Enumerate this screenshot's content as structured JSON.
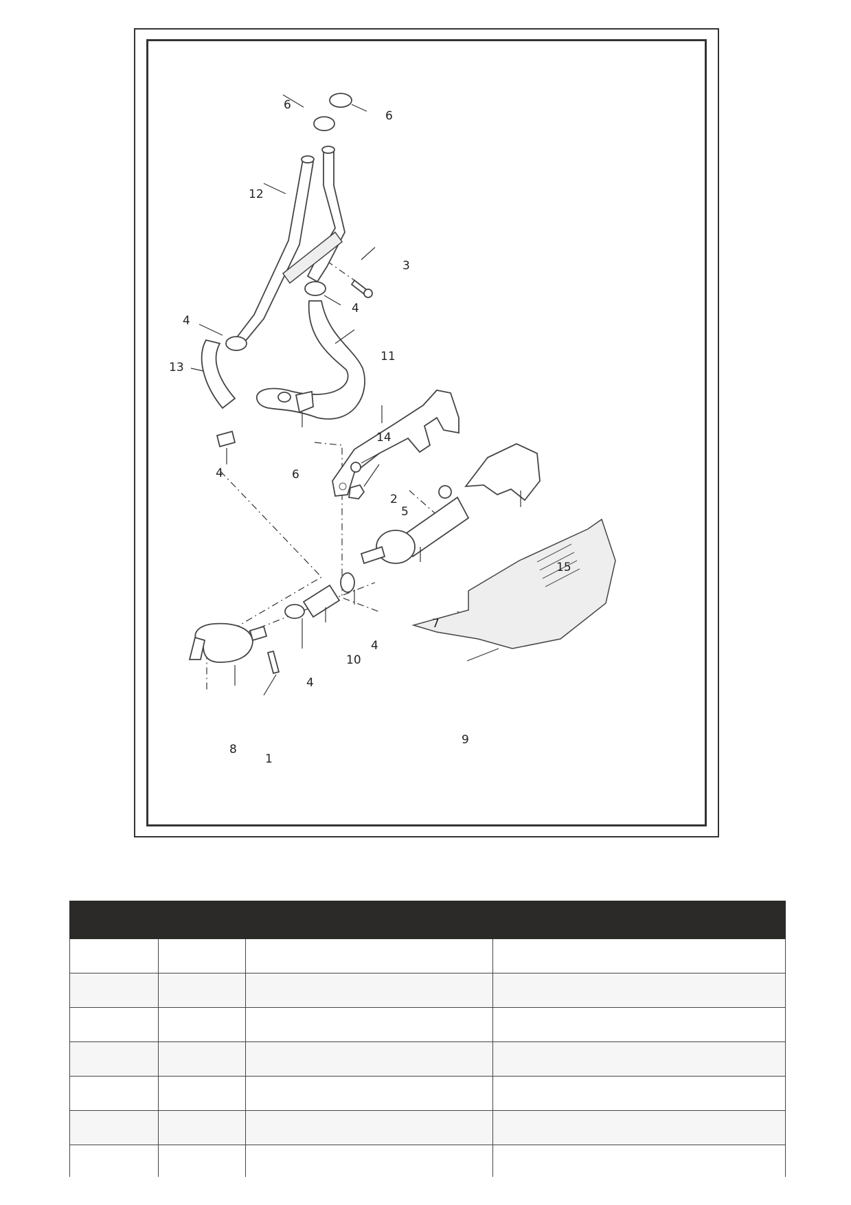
{
  "diagram": {
    "callouts": {
      "c1": "1",
      "c2": "2",
      "c3": "3",
      "c4a": "4",
      "c4b": "4",
      "c4c": "4",
      "c4d": "4",
      "c4e": "4",
      "c5": "5",
      "c6a": "6",
      "c6b": "6",
      "c6c": "6",
      "c7": "7",
      "c8": "8",
      "c9": "9",
      "c10": "10",
      "c11": "11",
      "c12": "12",
      "c13": "13",
      "c14": "14",
      "c15": "15"
    }
  },
  "table": {
    "headers": [
      "",
      "",
      "",
      ""
    ],
    "rows": [
      [
        "",
        "",
        "",
        ""
      ],
      [
        "",
        "",
        "",
        ""
      ],
      [
        "",
        "",
        "",
        ""
      ],
      [
        "",
        "",
        "",
        ""
      ],
      [
        "",
        "",
        "",
        ""
      ],
      [
        "",
        "",
        "",
        ""
      ],
      [
        "",
        "",
        "",
        ""
      ]
    ]
  }
}
